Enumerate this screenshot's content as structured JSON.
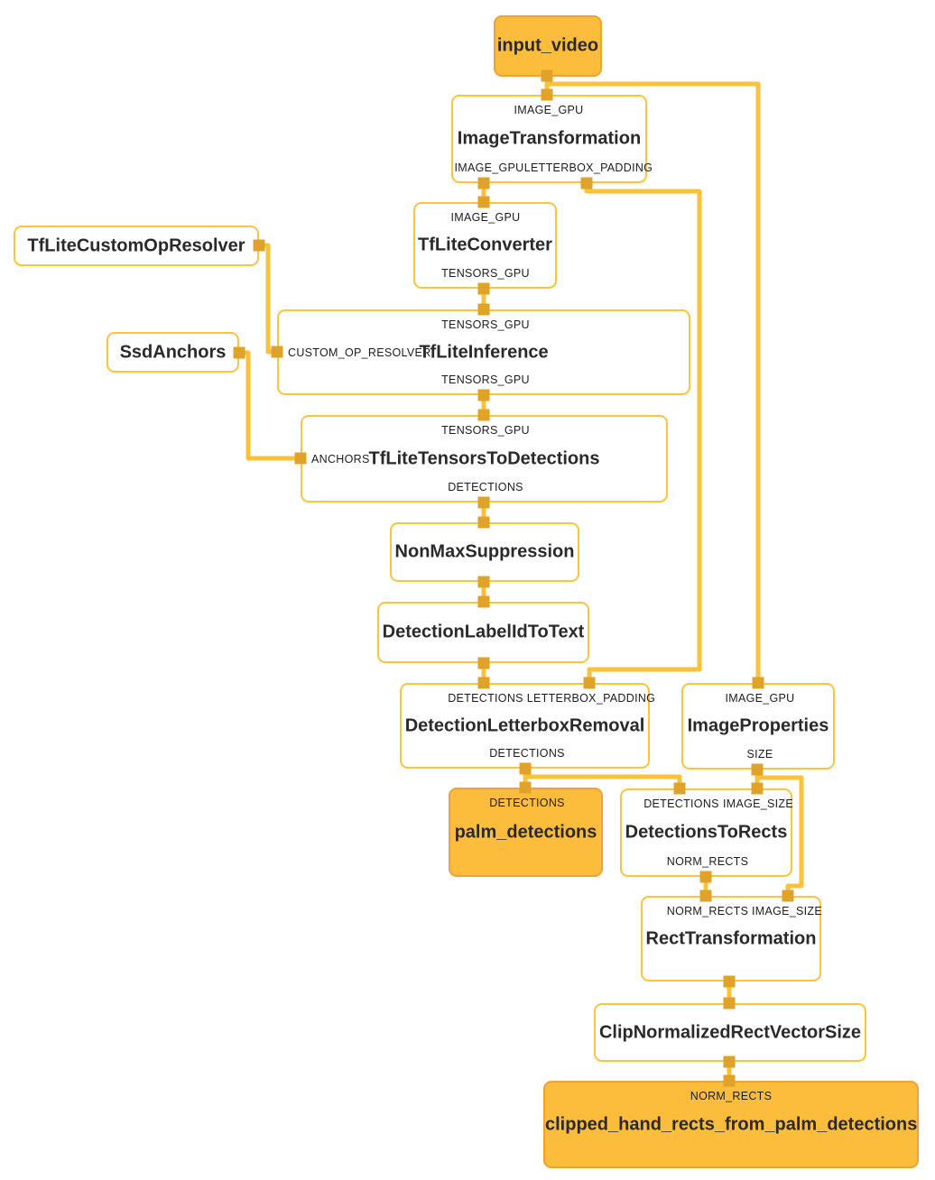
{
  "colors": {
    "node_fill": "#FBBD3B",
    "node_border": "#F0A135",
    "calc_border": "#FCC33B",
    "edge": "#FBC237",
    "port": "#DFA32A",
    "text": "#2A2A2A"
  },
  "nodes": {
    "input_video": {
      "label": "input_video",
      "kind": "stream"
    },
    "image_transformation": {
      "label": "ImageTransformation",
      "kind": "calculator",
      "in_top": [
        "IMAGE_GPU"
      ],
      "out_bottom": [
        "IMAGE_GPU",
        "LETTERBOX_PADDING"
      ]
    },
    "tflite_converter": {
      "label": "TfLiteConverter",
      "kind": "calculator",
      "in_top": [
        "IMAGE_GPU"
      ],
      "out_bottom": [
        "TENSORS_GPU"
      ]
    },
    "tflite_custom_op_resolver": {
      "label": "TfLiteCustomOpResolver",
      "kind": "calculator"
    },
    "ssd_anchors": {
      "label": "SsdAnchors",
      "kind": "calculator"
    },
    "tflite_inference": {
      "label": "TfLiteInference",
      "kind": "calculator",
      "in_top": [
        "TENSORS_GPU"
      ],
      "in_left": "CUSTOM_OP_RESOLVER",
      "out_bottom": [
        "TENSORS_GPU"
      ]
    },
    "tflite_tensors_to_detections": {
      "label": "TfLiteTensorsToDetections",
      "kind": "calculator",
      "in_top": [
        "TENSORS_GPU"
      ],
      "in_left": "ANCHORS",
      "out_bottom": [
        "DETECTIONS"
      ]
    },
    "non_max_suppression": {
      "label": "NonMaxSuppression",
      "kind": "calculator"
    },
    "detection_label_id_to_text": {
      "label": "DetectionLabelIdToText",
      "kind": "calculator"
    },
    "detection_letterbox_removal": {
      "label": "DetectionLetterboxRemoval",
      "kind": "calculator",
      "in_top": [
        "DETECTIONS",
        "LETTERBOX_PADDING"
      ],
      "out_bottom": [
        "DETECTIONS"
      ]
    },
    "image_properties": {
      "label": "ImageProperties",
      "kind": "calculator",
      "in_top": [
        "IMAGE_GPU"
      ],
      "out_bottom": [
        "SIZE"
      ]
    },
    "palm_detections": {
      "label": "palm_detections",
      "kind": "stream",
      "in_top": [
        "DETECTIONS"
      ]
    },
    "detections_to_rects": {
      "label": "DetectionsToRects",
      "kind": "calculator",
      "in_top": [
        "DETECTIONS",
        "IMAGE_SIZE"
      ],
      "out_bottom": [
        "NORM_RECTS"
      ]
    },
    "rect_transformation": {
      "label": "RectTransformation",
      "kind": "calculator",
      "in_top": [
        "NORM_RECTS",
        "IMAGE_SIZE"
      ]
    },
    "clip_normalized_rect_vector_size": {
      "label": "ClipNormalizedRectVectorSize",
      "kind": "calculator"
    },
    "clipped_hand_rects": {
      "label": "clipped_hand_rects_from_palm_detections",
      "kind": "stream",
      "in_top": [
        "NORM_RECTS"
      ]
    }
  },
  "edges": [
    {
      "from": "input_video",
      "to": "ImageTransformation",
      "port": "IMAGE_GPU"
    },
    {
      "from": "input_video",
      "to": "ImageProperties",
      "port": "IMAGE_GPU"
    },
    {
      "from": "ImageTransformation",
      "to": "TfLiteConverter",
      "port": "IMAGE_GPU"
    },
    {
      "from": "ImageTransformation",
      "to": "DetectionLetterboxRemoval",
      "port": "LETTERBOX_PADDING"
    },
    {
      "from": "TfLiteConverter",
      "to": "TfLiteInference",
      "port": "TENSORS_GPU"
    },
    {
      "from": "TfLiteCustomOpResolver",
      "to": "TfLiteInference",
      "port": "CUSTOM_OP_RESOLVER"
    },
    {
      "from": "TfLiteInference",
      "to": "TfLiteTensorsToDetections",
      "port": "TENSORS_GPU"
    },
    {
      "from": "SsdAnchors",
      "to": "TfLiteTensorsToDetections",
      "port": "ANCHORS"
    },
    {
      "from": "TfLiteTensorsToDetections",
      "to": "NonMaxSuppression",
      "port": "DETECTIONS"
    },
    {
      "from": "NonMaxSuppression",
      "to": "DetectionLabelIdToText",
      "port": ""
    },
    {
      "from": "DetectionLabelIdToText",
      "to": "DetectionLetterboxRemoval",
      "port": "DETECTIONS"
    },
    {
      "from": "DetectionLetterboxRemoval",
      "to": "palm_detections",
      "port": "DETECTIONS"
    },
    {
      "from": "DetectionLetterboxRemoval",
      "to": "DetectionsToRects",
      "port": "DETECTIONS"
    },
    {
      "from": "ImageProperties",
      "to": "DetectionsToRects",
      "port": "SIZE / IMAGE_SIZE"
    },
    {
      "from": "ImageProperties",
      "to": "RectTransformation",
      "port": "SIZE / IMAGE_SIZE"
    },
    {
      "from": "DetectionsToRects",
      "to": "RectTransformation",
      "port": "NORM_RECTS"
    },
    {
      "from": "RectTransformation",
      "to": "ClipNormalizedRectVectorSize",
      "port": ""
    },
    {
      "from": "ClipNormalizedRectVectorSize",
      "to": "clipped_hand_rects_from_palm_detections",
      "port": "NORM_RECTS"
    }
  ]
}
